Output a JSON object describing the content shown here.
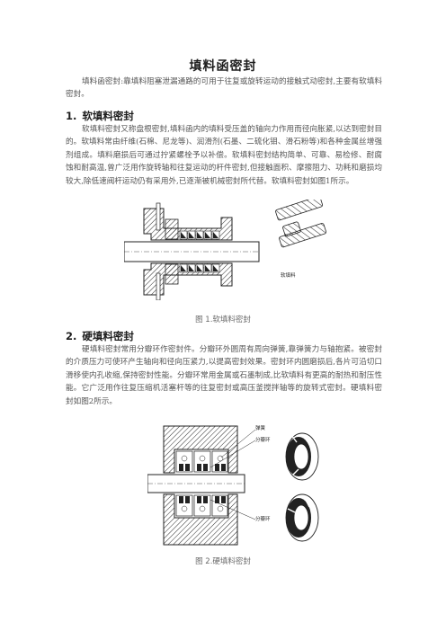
{
  "document": {
    "title": "填料函密封",
    "intro": "填料函密封:靠填料阻塞泄漏通路的可用于往复或旋转运动的接触式动密封,主要有软填料密封。",
    "sections": [
      {
        "number": "1.",
        "heading": "软填料密封",
        "body": "软填料密封又称盘根密封,填料函内的填料受压盖的轴向力作用而径向胀紧,以达到密封目的。软填料常由纤维(石棉、尼龙等)、润滑剂(石墨、二硫化钼、滑石粉等)和各种金属丝增强剂组成。填料磨损后可通过拧紧螺栓予以补偿。软填料密封结构简单、可靠、易检修、耐腐蚀和耐高温,曾广泛用作旋转轴和往复运动的杆件密封,但接触面积、摩擦阻力、功耗和磨损均较大,除低速阀杆运动仍有采用外,已逐渐被机械密封所代替。软填料密封如图1所示。",
        "figure_caption": "图 1.软填料密封",
        "figure_labels": [
          "软填料"
        ]
      },
      {
        "number": "2.",
        "heading": "硬填料密封",
        "body": "硬填料密封常用分瓣环作密封件。分瓣环外圆周有周向弹簧,靠弹簧力与轴抱紧。被密封的介质压力可使环产生轴向和径向压紧力,以提高密封效果。密封环内圆磨损后,各片可沿切口滑移使内孔收缩,保持密封性能。分瓣环常用金属或石墨制成,比软填料有更高的耐热和耐压性能。它广泛用作往复压缩机活塞杆等的往复密封或高压釜搅拌轴等的旋转式密封。硬填料密封如图2所示。",
        "figure_caption": "图 2.硬填料密封",
        "figure_labels": [
          "弹簧",
          "分瓣环",
          "分瓣环"
        ]
      }
    ]
  },
  "colors": {
    "text": "#555555",
    "heading": "#1e1e1e",
    "hatch": "#2a2a2a"
  }
}
